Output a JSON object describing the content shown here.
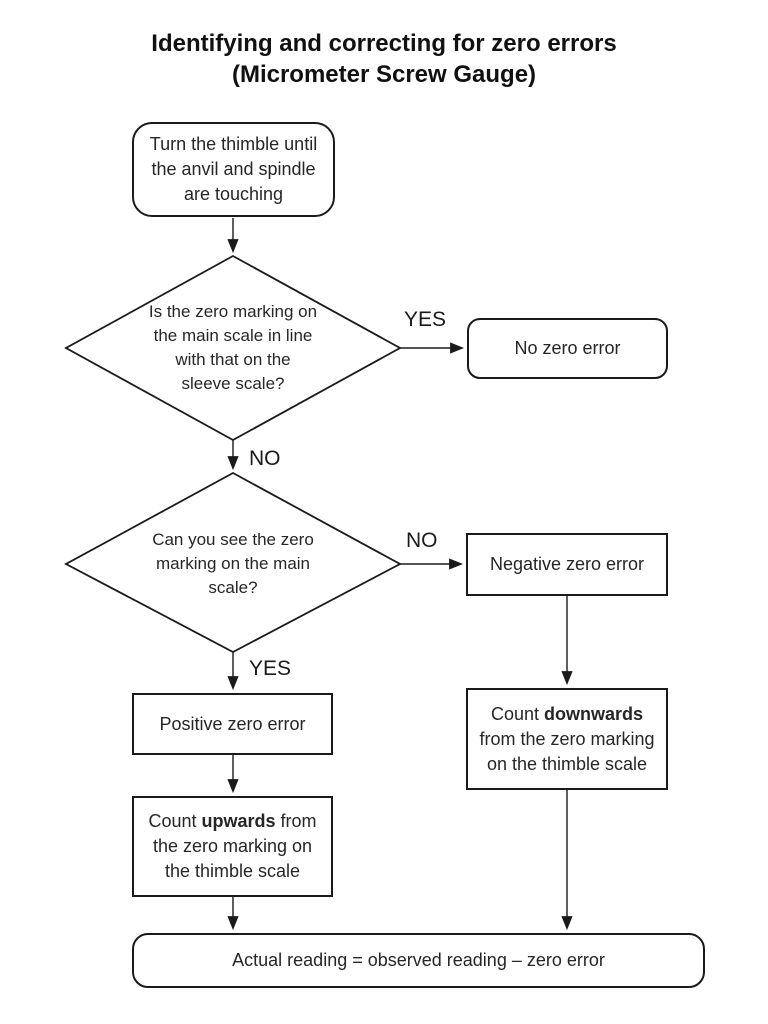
{
  "title": {
    "line1": "Identifying and correcting for zero errors",
    "line2": "(Micrometer Screw Gauge)"
  },
  "nodes": {
    "start": {
      "lines": [
        "Turn the thimble until",
        "the anvil and spindle",
        "are touching"
      ]
    },
    "decision1": {
      "lines": [
        "Is the zero marking on",
        "the main scale in line",
        "with that on the",
        "sleeve scale?"
      ]
    },
    "no_zero_error": {
      "text": "No zero error"
    },
    "decision2": {
      "lines": [
        "Can you see the zero",
        "marking on the main",
        "scale?"
      ]
    },
    "negative_zero_error": {
      "text": "Negative zero error"
    },
    "positive_zero_error": {
      "text": "Positive zero error"
    },
    "count_upwards": {
      "line1_prefix": "Count ",
      "line1_bold": "upwards",
      "line1_suffix": " from",
      "line2": "the zero marking on",
      "line3": "the thimble scale"
    },
    "count_downwards": {
      "line1_prefix": "Count ",
      "line1_bold": "downwards",
      "line1_suffix": "",
      "line2": "from the zero marking",
      "line3": "on the thimble scale"
    },
    "final": {
      "text": "Actual reading = observed reading – zero error"
    }
  },
  "edge_labels": {
    "decision1_yes": "YES",
    "decision1_no": "NO",
    "decision2_no": "NO",
    "decision2_yes": "YES"
  },
  "colors": {
    "line": "#1a1a1a",
    "text": "#262626",
    "background": "#ffffff"
  }
}
